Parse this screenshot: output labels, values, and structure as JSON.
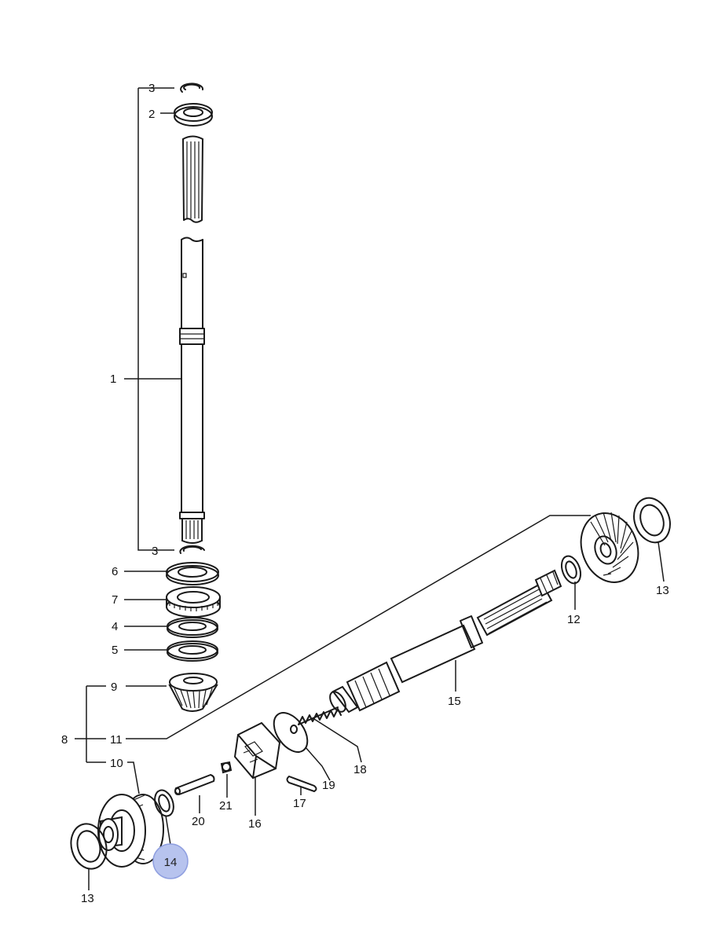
{
  "callouts": {
    "c1": "1",
    "c2": "2",
    "c3a": "3",
    "c3b": "3",
    "c4": "4",
    "c5": "5",
    "c6": "6",
    "c7": "7",
    "c8": "8",
    "c9": "9",
    "c10": "10",
    "c11": "11",
    "c12": "12",
    "c13a": "13",
    "c13b": "13",
    "c15": "15",
    "c16": "16",
    "c17": "17",
    "c18": "18",
    "c19": "19",
    "c20": "20",
    "c21": "21"
  },
  "highlighted": {
    "label": "14",
    "color": "#b7c3ee",
    "border": "#8f9fe0"
  },
  "colors": {
    "ink": "#1a1a1a",
    "paper": "#ffffff"
  }
}
